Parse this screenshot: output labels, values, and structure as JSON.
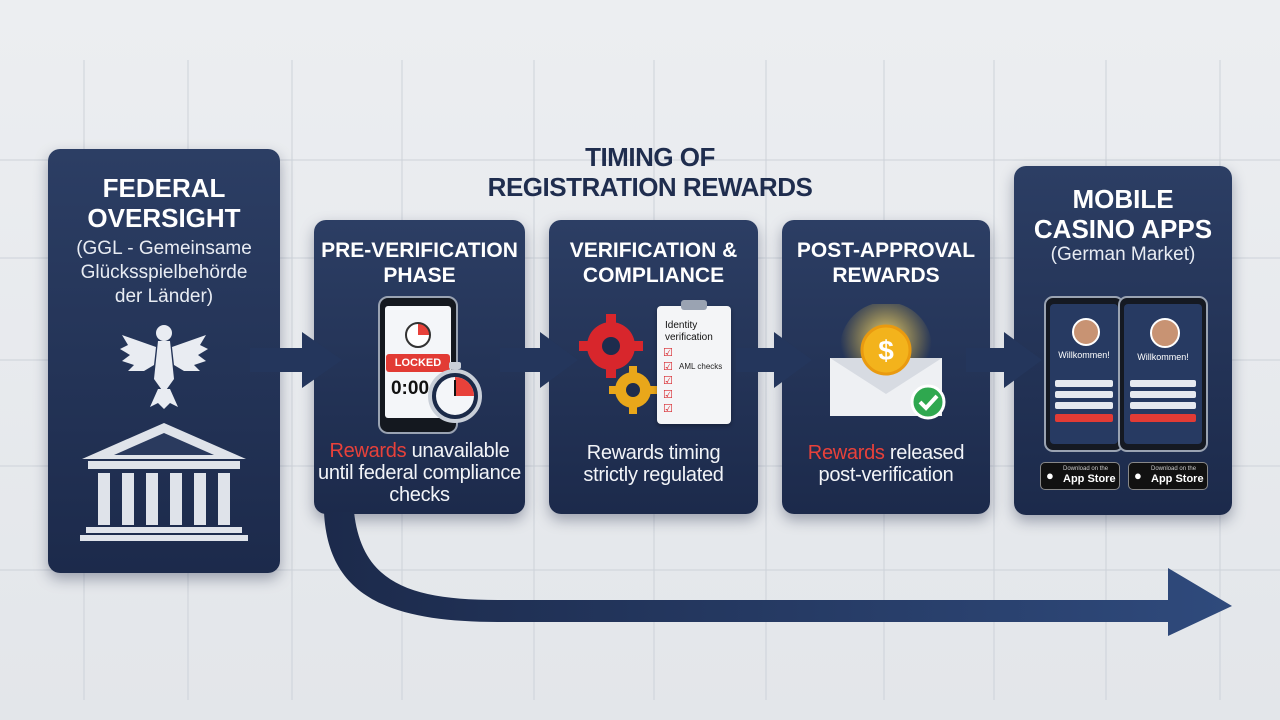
{
  "title": {
    "line1": "TIMING OF",
    "line2": "REGISTRATION REWARDS"
  },
  "federal": {
    "heading1": "FEDERAL",
    "heading2": "OVERSIGHT",
    "sub1": "(GGL - Gemeinsame",
    "sub2": "Glücksspielbehörde",
    "sub3": "der Länder)"
  },
  "pre": {
    "heading1": "PRE-VERIFICATION",
    "heading2": "PHASE",
    "locked": "LOCKED",
    "timer": "0:00",
    "text_red": "Rewards",
    "text1": " unavailable",
    "text2": "until federal compliance",
    "text3": "checks"
  },
  "verify": {
    "heading1": "VERIFICATION &",
    "heading2": "COMPLIANCE",
    "check1a": "Identity",
    "check1b": "verification",
    "check2": "AML checks",
    "text1": "Rewards timing",
    "text2": "strictly regulated"
  },
  "post": {
    "heading1": "POST-APPROVAL",
    "heading2": "REWARDS",
    "text_red": "Rewards",
    "text1": " released",
    "text2": "post-verification"
  },
  "mobile": {
    "heading1": "MOBILE",
    "heading2": "CASINO APPS",
    "sub": "(German Market)",
    "welcome": "Willkommen!",
    "store_small": "Download on the",
    "store_big": "App Store"
  },
  "colors": {
    "navy": "#1f2d4e",
    "accent_red": "#e8413a",
    "arrow_blue": "#2a3f6a"
  }
}
